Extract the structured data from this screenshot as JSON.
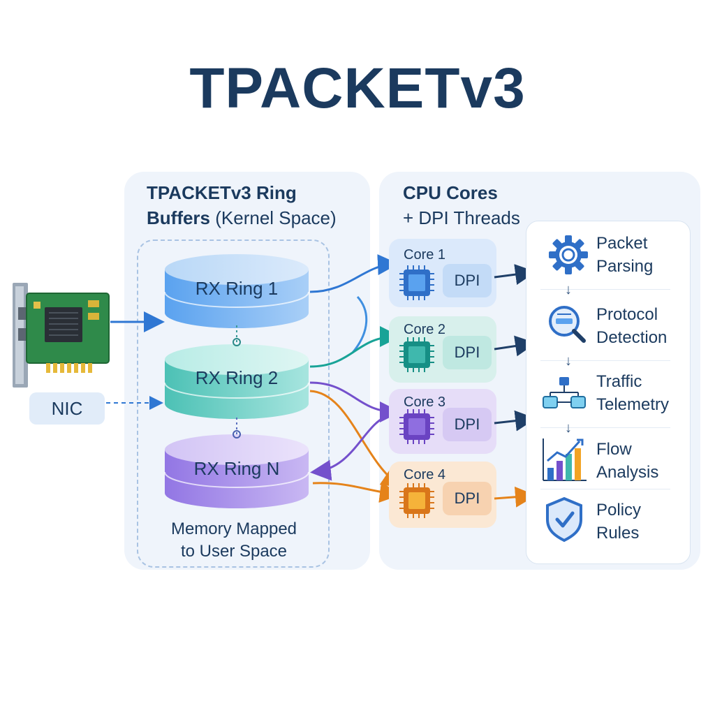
{
  "title": "TPACKETv3",
  "kernel_panel": {
    "title_line1_bold": "TPACKETv3 Ring",
    "title_line2_bold": "Buffers",
    "title_line2_rest": " (Kernel Space)",
    "caption_line1": "Memory Mapped",
    "caption_line2": "to User Space"
  },
  "rings": [
    {
      "label": "RX Ring 1",
      "color": "#4d8ee8"
    },
    {
      "label": "RX Ring 2",
      "color": "#3fb8ad"
    },
    {
      "label": "RX Ring N",
      "color": "#8b6fe0"
    }
  ],
  "cpu_panel": {
    "title_line1_bold": "CPU Cores",
    "title_line2": "+ DPI Threads"
  },
  "cores": [
    {
      "label": "Core 1",
      "dpi": "DPI",
      "color": "#3a86e0"
    },
    {
      "label": "Core 2",
      "dpi": "DPI",
      "color": "#1fa59a"
    },
    {
      "label": "Core 3",
      "dpi": "DPI",
      "color": "#7b52cf"
    },
    {
      "label": "Core 4",
      "dpi": "DPI",
      "color": "#e8891a"
    }
  ],
  "stages": [
    {
      "line1": "Packet",
      "line2": "Parsing",
      "icon": "gear-icon"
    },
    {
      "line1": "Protocol",
      "line2": "Detection",
      "icon": "magnifier-icon"
    },
    {
      "line1": "Traffic",
      "line2": "Telemetry",
      "icon": "network-icon"
    },
    {
      "line1": "Flow",
      "line2": "Analysis",
      "icon": "bar-chart-icon"
    },
    {
      "line1": "Policy",
      "line2": "Rules",
      "icon": "shield-check-icon"
    }
  ],
  "stage_arrow": "↓",
  "nic": {
    "label": "NIC"
  },
  "colors": {
    "title": "#1b3a5e",
    "panel": "#eff4fb",
    "ring1": "#4d8ee8",
    "ring2": "#3fb8ad",
    "ringN": "#8b6fe0",
    "core4": "#e8891a"
  }
}
